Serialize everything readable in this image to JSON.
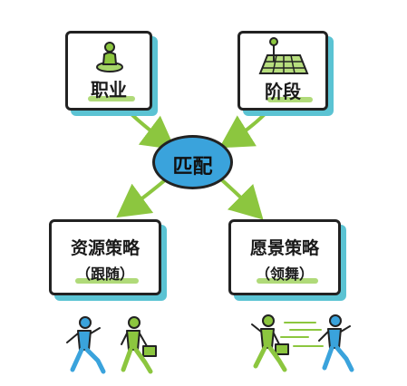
{
  "nodes": {
    "career": "职业",
    "stage": "阶段",
    "match": "匹配",
    "resource_strategy": "资源策略",
    "resource_mode": "（跟随）",
    "vision_strategy": "愿景策略",
    "vision_mode": "（领舞）"
  },
  "colors": {
    "accent_green": "#8cc63f",
    "accent_blue": "#3aa3dc",
    "shadow_teal": "#5bc3d3",
    "outline": "#222222"
  }
}
